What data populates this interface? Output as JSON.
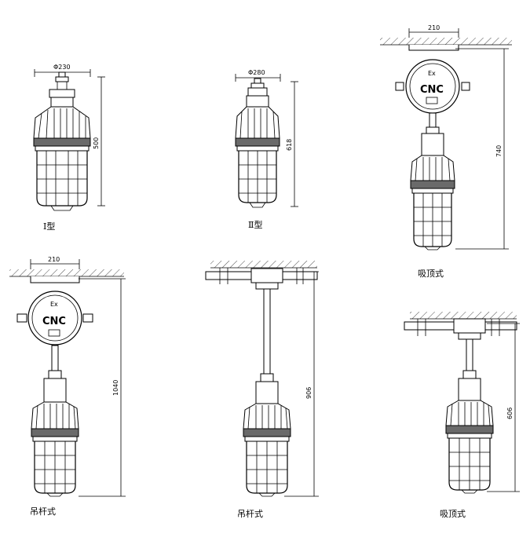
{
  "figures": [
    {
      "caption": "Ⅰ型",
      "width_label": "Φ230",
      "height_label": "500"
    },
    {
      "caption": "Ⅱ型",
      "width_label": "Φ280",
      "height_label": "618"
    },
    {
      "caption": "吸顶式",
      "width_label": "210",
      "height_label": "740",
      "box_label_ex": "Ex",
      "box_label_brand": "CNC"
    },
    {
      "caption": "吊杆式",
      "width_label": "210",
      "height_label": "1040",
      "box_label_ex": "Ex",
      "box_label_brand": "CNC"
    },
    {
      "caption": "吊杆式",
      "height_label": "906"
    },
    {
      "caption": "吸顶式",
      "height_label": "606"
    }
  ]
}
